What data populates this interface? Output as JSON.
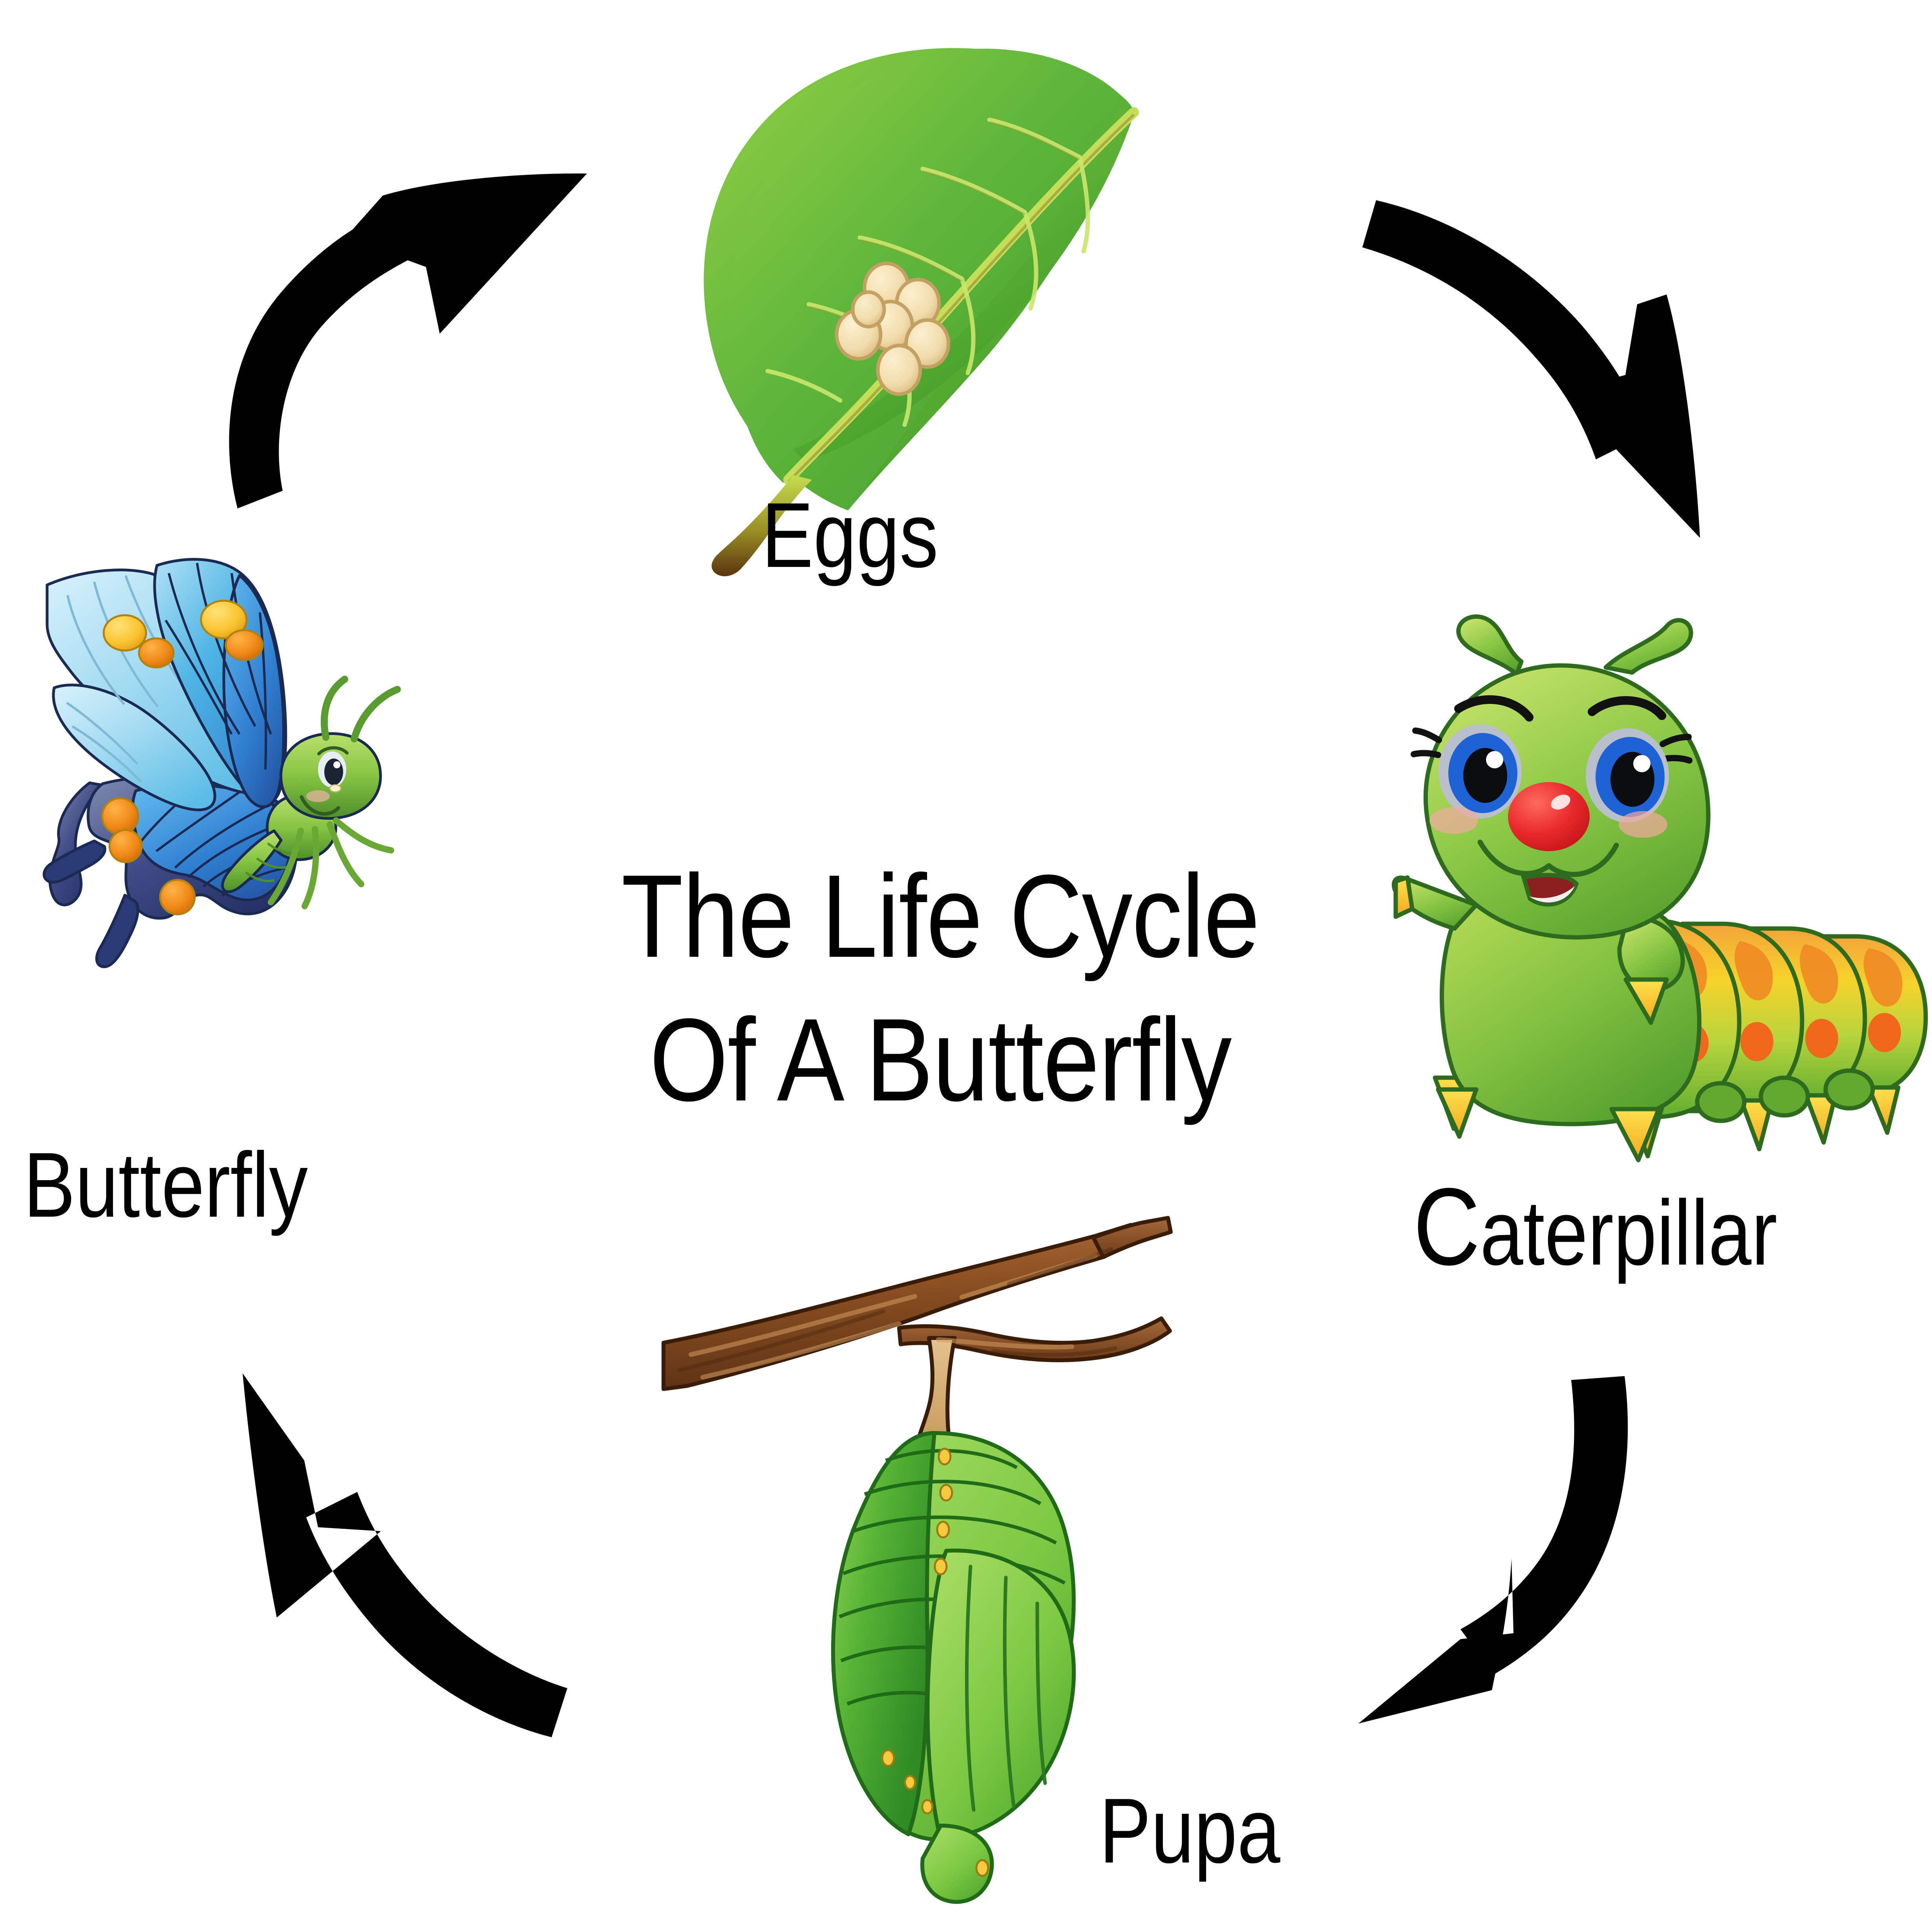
{
  "diagram": {
    "title_line1": "The Life Cycle",
    "title_line2": "Of A Butterfly",
    "background_color": "#ffffff",
    "arrow_color": "#000000",
    "text_color": "#000000"
  },
  "stages": [
    {
      "id": "eggs",
      "label": "Eggs",
      "position": "top",
      "illustration": "leaf-with-eggs",
      "egg_count": 7,
      "colors": {
        "leaf_light": "#8ac63f",
        "leaf_mid": "#5fb63b",
        "leaf_dark": "#3f9a2d",
        "leaf_vein": "#c3e06a",
        "leaf_midrib": "#b9d94f",
        "stem": "#6b3f14",
        "egg_fill": "#f6e1b0",
        "egg_shade": "#d9b877",
        "egg_outline": "#b28b4d"
      }
    },
    {
      "id": "caterpillar",
      "label_cap": "C",
      "label_rest": "aterpillar",
      "label": "Caterpillar",
      "position": "right",
      "illustration": "green-caterpillar",
      "body_segments": 5,
      "colors": {
        "body_light": "#a7d34a",
        "body_mid": "#7cc043",
        "body_dark": "#4f9c2c",
        "outline": "#2f6b1f",
        "segment_yellow": "#f5d92b",
        "segment_orange": "#f59b22",
        "spot_orange": "#f26f1c",
        "foot_yellow": "#fbc91b",
        "nose_red": "#e8272a",
        "eye_blue": "#1d63d6",
        "eye_white": "#ffffff",
        "eye_grey": "#b9c0cc",
        "cheek": "#f2a9a0",
        "mouth": "#8c2020"
      }
    },
    {
      "id": "pupa",
      "label": "Pupa",
      "position": "bottom",
      "illustration": "chrysalis-on-branch",
      "ring_count": 7,
      "dot_count": 8,
      "colors": {
        "branch_light": "#b0703a",
        "branch_mid": "#8b4f21",
        "branch_dark": "#5e3213",
        "branch_outline": "#3a1d09",
        "stalk": "#dbb075",
        "pupa_light": "#9fd858",
        "pupa_mid": "#5bb736",
        "pupa_dark": "#2f8a24",
        "pupa_outline": "#1f6b18",
        "dot_gold": "#f5c93e"
      }
    },
    {
      "id": "butterfly",
      "label": "Butterfly",
      "position": "left",
      "illustration": "blue-butterfly",
      "wing_spots": 6,
      "colors": {
        "wing_pale": "#bfe6f5",
        "wing_light": "#79cdee",
        "wing_mid": "#35a8dd",
        "wing_blue": "#2f7fd1",
        "wing_deep": "#2257a8",
        "wing_navy": "#24326e",
        "wing_slate": "#6b77a3",
        "outline": "#1b2a52",
        "spot_yellow": "#fbc531",
        "spot_orange": "#f08a18",
        "body_green": "#8fc94a",
        "body_green_dark": "#4e8f2a",
        "eye_dark": "#1b2433"
      }
    }
  ],
  "arrows": [
    {
      "id": "arrow-butterfly-to-eggs",
      "from": "butterfly",
      "to": "eggs",
      "direction": "up-right",
      "corner": "top-left"
    },
    {
      "id": "arrow-eggs-to-caterpillar",
      "from": "eggs",
      "to": "caterpillar",
      "direction": "down-right",
      "corner": "top-right"
    },
    {
      "id": "arrow-caterpillar-to-pupa",
      "from": "caterpillar",
      "to": "pupa",
      "direction": "down-left",
      "corner": "bottom-right"
    },
    {
      "id": "arrow-pupa-to-butterfly",
      "from": "pupa",
      "to": "butterfly",
      "direction": "up-left",
      "corner": "bottom-left"
    }
  ]
}
